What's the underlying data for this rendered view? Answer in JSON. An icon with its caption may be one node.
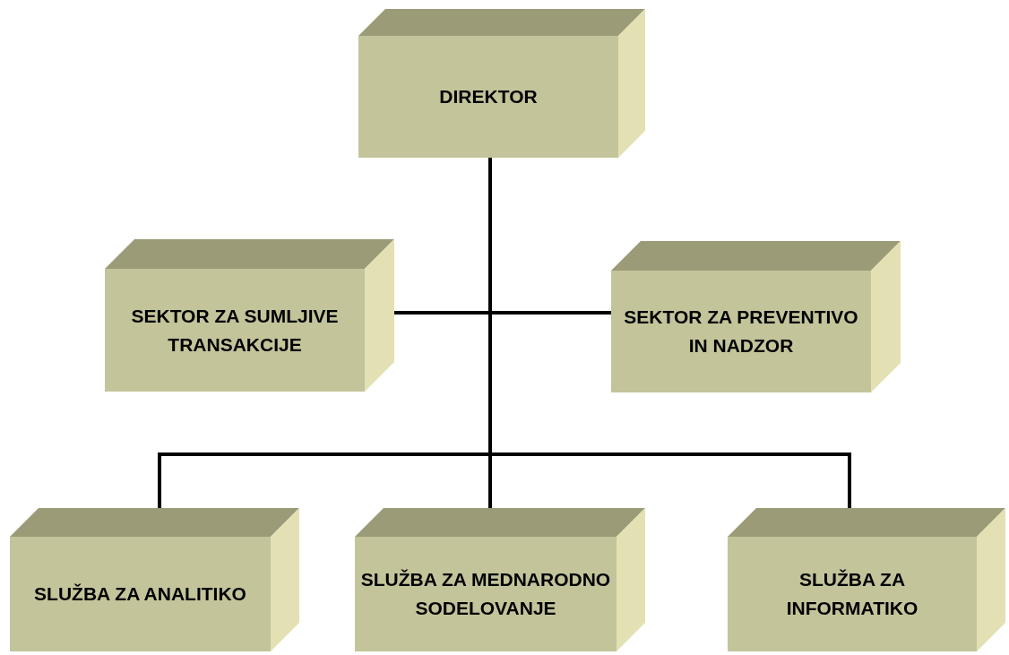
{
  "diagram": {
    "nodes": [
      {
        "text": [
          "DIREKTOR"
        ]
      },
      {
        "text": [
          "SEKTOR ZA SUMLJIVE TRANSAKCIJE"
        ]
      },
      {
        "text": [
          "SEKTOR ZA PREVENTIVO IN NADZOR"
        ]
      },
      {
        "text": [
          "SLUŽBA ZA ANALITIKO"
        ]
      },
      {
        "text": [
          "SLUŽBA ZA MEDNARODNO SODELOVANJE"
        ]
      },
      {
        "text": [
          "SLUŽBA ZA INFORMATIKO"
        ]
      }
    ],
    "edges": [
      {
        "from": 0,
        "to": 1,
        "arrow": "none"
      },
      {
        "from": 0,
        "to": 2,
        "arrow": "none"
      },
      {
        "from": 0,
        "to": 3,
        "arrow": "none"
      },
      {
        "from": 0,
        "to": 4,
        "arrow": "none"
      },
      {
        "from": 0,
        "to": 5,
        "arrow": "none"
      }
    ]
  }
}
